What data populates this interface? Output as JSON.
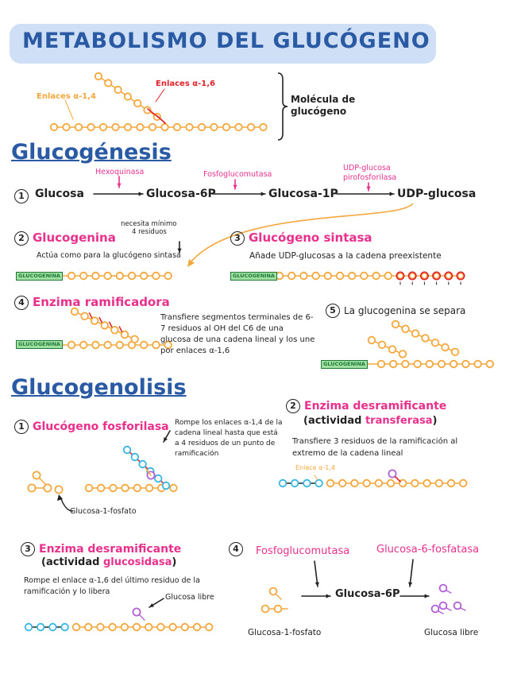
{
  "title": "METABOLISMO DEL GLUCÓGENO",
  "molecule": {
    "label_a14": "Enlaces α-1,4",
    "label_a16": "Enlaces α-1,6",
    "caption": [
      "Molécula de",
      "glucógeno"
    ]
  },
  "glucogenesis": {
    "title": "Glucogénesis",
    "step1": {
      "num": "1",
      "items": [
        "Glucosa",
        "Glucosa-6P",
        "Glucosa-1P",
        "UDP-glucosa"
      ],
      "enzymes": [
        "Hexoquinasa",
        "Fosfoglucomutasa",
        "UDP-glucosa",
        "pirofosforilasa"
      ]
    },
    "step2": {
      "num": "2",
      "name": "Glucogenina",
      "note": [
        "necesita mínimo",
        "4 residuos"
      ],
      "desc": "Actúa como para la glucógeno sintasa",
      "chip": "GLUCOGENINA"
    },
    "step3": {
      "num": "3",
      "name": "Glucógeno sintasa",
      "desc": "Añade UDP-glucosas a la cadena preexistente",
      "chip": "GLUCOGENINA"
    },
    "step4": {
      "num": "4",
      "name": "Enzima ramificadora",
      "desc": "Transfiere segmentos terminales de 6-7 residuos al OH del C6 de una glucosa de una cadena lineal y los une por enlaces α-1,6",
      "chip": "GLUCOGENINA"
    },
    "step5": {
      "num": "5",
      "name": "La glucogenina se separa",
      "chip": "GLUCOGENINA"
    }
  },
  "glucogenolisis": {
    "title": "Glucogenolisis",
    "step1": {
      "num": "1",
      "name": "Glucógeno fosforilasa",
      "desc": "Rompe los enlaces α-1,4 de la cadena lineal hasta que está a 4 residuos de un punto de ramificación",
      "product": "Glucosa-1-fosfato"
    },
    "step2": {
      "num": "2",
      "name": "Enzima desramificante",
      "activity_prefix": "(actividad",
      "activity": "transferasa",
      "activity_suffix": ")",
      "desc": "Transfiere 3 residuos de la ramificación al extremo de la cadena lineal",
      "bond": "Enlace α-1,4"
    },
    "step3": {
      "num": "3",
      "name": "Enzima desramificante",
      "activity_prefix": "(actividad",
      "activity": "glucosidasa",
      "activity_suffix": ")",
      "desc": "Rompe el enlace α-1,6 del último residuo de la ramificación y lo libera",
      "free": "Glucosa libre"
    },
    "step4": {
      "num": "4",
      "enzyme1": "Fosfoglucomutasa",
      "enzyme2": "Glucosa-6-fosfatasa",
      "middle": "Glucosa-6P",
      "left_label": "Glucosa-1-fosfato",
      "right_label": "Glucosa libre"
    }
  },
  "colors": {
    "title_blue": "#2a5aa3",
    "banner": "#cfe0f6",
    "pink": "#e8308c",
    "orange": "#f4a73c",
    "red": "#e0222a",
    "cyan": "#39b6e3",
    "purple": "#b15fd6",
    "glucogenina": "#9fe0a0"
  }
}
